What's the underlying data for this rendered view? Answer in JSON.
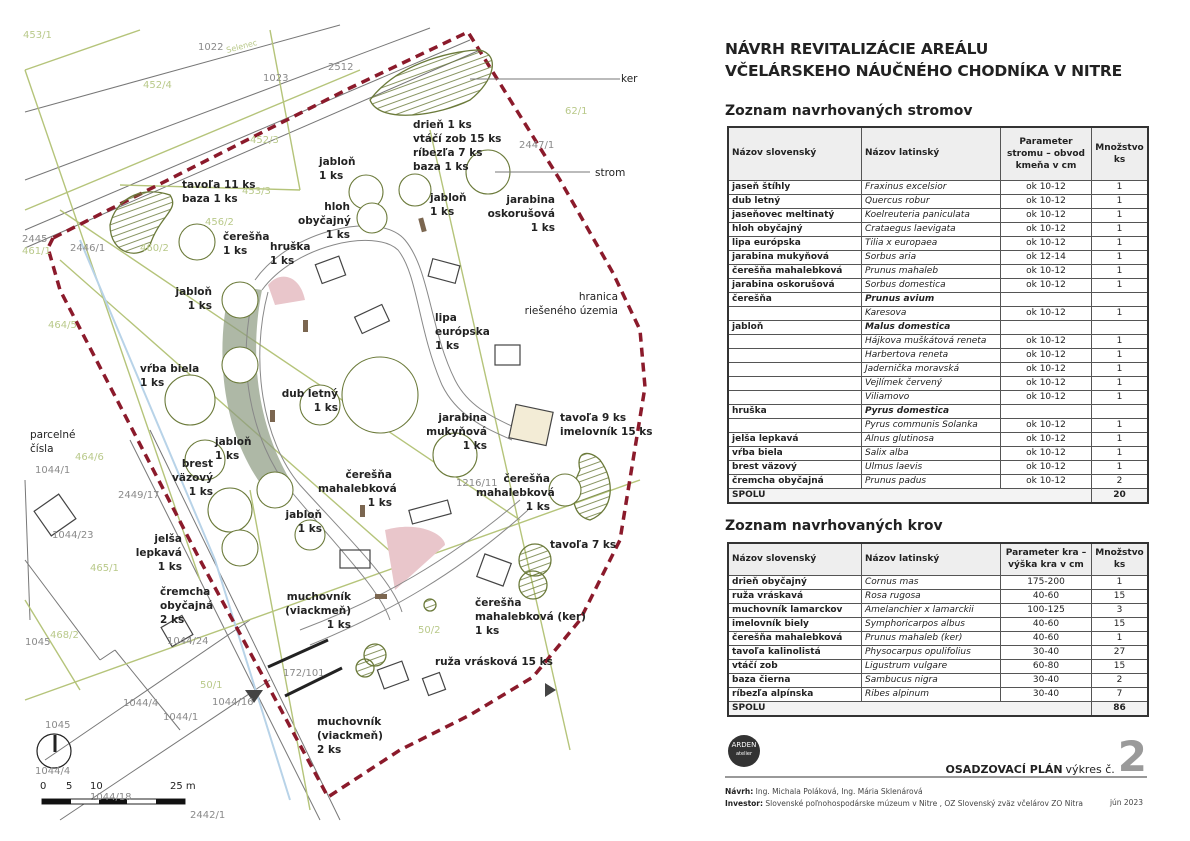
{
  "header": {
    "title_line1": "NÁVRH REVITALIZÁCIE AREÁLU",
    "title_line2": "VČELÁRSKEHO NÁUČNÉHO CHODNÍKA V NITRE"
  },
  "trees": {
    "heading": "Zoznam navrhovaných stromov",
    "columns": [
      "Názov slovenský",
      "Názov latinský",
      "Parameter stromu – obvod kmeňa v  cm",
      "Množstvo ks"
    ],
    "rows": [
      {
        "sk": "jaseň štíhly",
        "lat": "Fraxinus excelsior",
        "param": "ok 10-12",
        "qty": "1"
      },
      {
        "sk": "dub letný",
        "lat": "Quercus robur",
        "param": "ok 10-12",
        "qty": "1"
      },
      {
        "sk": "jaseňovec meltinatý",
        "lat": "Koelreuteria paniculata",
        "param": "ok 10-12",
        "qty": "1"
      },
      {
        "sk": "hloh obyčajný",
        "lat": "Crataegus laevigata",
        "param": "ok 10-12",
        "qty": "1"
      },
      {
        "sk": "lipa európska",
        "lat": "Tilia x europaea",
        "param": "ok 10-12",
        "qty": "1"
      },
      {
        "sk": "jarabina mukyňová",
        "lat": "Sorbus aria",
        "param": "ok 12-14",
        "qty": "1"
      },
      {
        "sk": "čerešňa mahalebková",
        "lat": "Prunus mahaleb",
        "param": "ok 10-12",
        "qty": "1"
      },
      {
        "sk": "jarabina oskorušová",
        "lat": "Sorbus domestica",
        "param": "ok 10-12",
        "qty": "1"
      },
      {
        "sk": "čerešňa",
        "lat": "Prunus avium",
        "param": "",
        "qty": "",
        "group": true
      },
      {
        "sk": "",
        "lat": "Karesova",
        "param": "ok 10-12",
        "qty": "1"
      },
      {
        "sk": "jabloň",
        "lat": "Malus domestica",
        "param": "",
        "qty": "",
        "group": true
      },
      {
        "sk": "",
        "lat": "Hájkova muškátová reneta",
        "param": "ok 10-12",
        "qty": "1"
      },
      {
        "sk": "",
        "lat": "Harbertova reneta",
        "param": "ok 10-12",
        "qty": "1"
      },
      {
        "sk": "",
        "lat": "Jadernička moravská",
        "param": "ok 10-12",
        "qty": "1"
      },
      {
        "sk": "",
        "lat": "Vejlímek červený",
        "param": "ok 10-12",
        "qty": "1"
      },
      {
        "sk": "",
        "lat": "Viliamovo",
        "param": "ok 10-12",
        "qty": "1"
      },
      {
        "sk": "hruška",
        "lat": "Pyrus domestica",
        "param": "",
        "qty": "",
        "group": true
      },
      {
        "sk": "",
        "lat": "Pyrus communis  Solanka",
        "param": "ok 10-12",
        "qty": "1"
      },
      {
        "sk": "jelša lepkavá",
        "lat": "Alnus glutinosa",
        "param": "ok 10-12",
        "qty": "1"
      },
      {
        "sk": "vŕba biela",
        "lat": "Salix alba",
        "param": "ok 10-12",
        "qty": "1"
      },
      {
        "sk": "brest väzový",
        "lat": "Ulmus laevis",
        "param": "ok 10-12",
        "qty": "1"
      },
      {
        "sk": "čremcha obyčajná",
        "lat": "Prunus padus",
        "param": "ok 10-12",
        "qty": "2"
      }
    ],
    "total_label": "SPOLU",
    "total": "20"
  },
  "shrubs": {
    "heading": "Zoznam navrhovaných krov",
    "columns": [
      "Názov slovenský",
      "Názov latinský",
      "Parameter kra – výška kra v cm",
      "Množstvo ks"
    ],
    "rows": [
      {
        "sk": "drieň obyčajný",
        "lat": "Cornus mas",
        "param": "175-200",
        "qty": "1"
      },
      {
        "sk": "ruža vráskavá",
        "lat": "Rosa rugosa",
        "param": "40-60",
        "qty": "15"
      },
      {
        "sk": "muchovník lamarckov",
        "lat": "Amelanchier x lamarckii",
        "param": "100-125",
        "qty": "3"
      },
      {
        "sk": "imelovník biely",
        "lat": "Symphoricarpos albus",
        "param": "40-60",
        "qty": "15"
      },
      {
        "sk": "čerešňa mahalebková",
        "lat": "Prunus mahaleb (ker)",
        "param": "40-60",
        "qty": "1"
      },
      {
        "sk": "tavoľa kalinolistá",
        "lat": "Physocarpus opulifolius",
        "param": "30-40",
        "qty": "27"
      },
      {
        "sk": "vtáčí zob",
        "lat": "Ligustrum vulgare",
        "param": "60-80",
        "qty": "15"
      },
      {
        "sk": "baza čierna",
        "lat": "Sambucus nigra",
        "param": "30-40",
        "qty": "2"
      },
      {
        "sk": "ríbezľa alpínska",
        "lat": "Ribes alpinum",
        "param": "30-40",
        "qty": "7"
      }
    ],
    "total_label": "SPOLU",
    "total": "86"
  },
  "footer": {
    "logo_text": "ARDEN",
    "logo_sub": "atelier",
    "sheet_label": "OSADZOVACÍ PLÁN",
    "sheet_suffix": "výkres č.",
    "sheet_number": "2",
    "design_label": "Návrh:",
    "design_value": " Ing. Michala Poláková, Ing. Mária Sklenárová",
    "investor_label": "Investor:",
    "investor_value": " Slovenské poľnohospodárske múzeum v Nitre , OZ Slovenský zväz včelárov ZO Nitra",
    "date": "jún 2023"
  },
  "map": {
    "labels": [
      "ker",
      "drieň 1 ks\nvtáčí zob 15 ks\nríbezľa  7 ks\nbaza  1 ks",
      "strom",
      "jabloň\n1 ks",
      "hloh\nobyčajný\n1 ks",
      "jabloň\n1 ks",
      "jarabina\noskorušová\n1 ks",
      "tavoľa 11 ks\nbaza  1 ks",
      "čerešňa\n1 ks",
      "hruška\n1 ks",
      "jabloň\n1 ks",
      "hranica\nriešeného územia",
      "lipa\neurópska\n1 ks",
      "vŕba biela\n1 ks",
      "dub letný\n1 ks",
      "parcelné\nčísla",
      "jarabina\nmukyňová\n1 ks",
      "tavoľa 9  ks\nimelovník 15 ks",
      "jabloň\n1 ks",
      "brest\nväzový\n1 ks",
      "čerešňa\nmahalebková\n1 ks",
      "čerešňa\nmahalebková\n1 ks",
      "jabloň\n1 ks",
      "tavoľa 7  ks",
      "jelša\nlepkavá\n1 ks",
      "čremcha\nobyčajná\n2 ks",
      "muchovník\n(viackmeň)\n1 ks",
      "čerešňa\nmahalebková (ker)\n1 ks",
      "ruža vrásková 15 ks",
      "muchovník\n(viackmeň)\n2 ks"
    ],
    "parcels": [
      "453/1",
      "1022",
      "Selenec",
      "452/4",
      "1023",
      "2512",
      "452/3",
      "453/3",
      "62/1",
      "2447/1",
      "456/2",
      "2446/1",
      "460/2",
      "2445",
      "461/1",
      "464/5",
      "464/6",
      "1044/1",
      "2449/17",
      "1044/23",
      "465/1",
      "468/2",
      "1045",
      "1044/24",
      "50/1",
      "1044/4",
      "1044/16",
      "1044/1",
      "1045",
      "1044/4",
      "1044/18",
      "2442/1",
      "172/101",
      "50/2",
      "1216/11"
    ],
    "scale": [
      "0",
      "5",
      "10",
      "25 m"
    ],
    "colors": {
      "boundary": "#8b1a2b",
      "vegetation": "#6b7a3a",
      "parcel_line": "#b5c47a",
      "path_area": "#8c9a80",
      "pink_area": "#e9c6cb"
    }
  }
}
